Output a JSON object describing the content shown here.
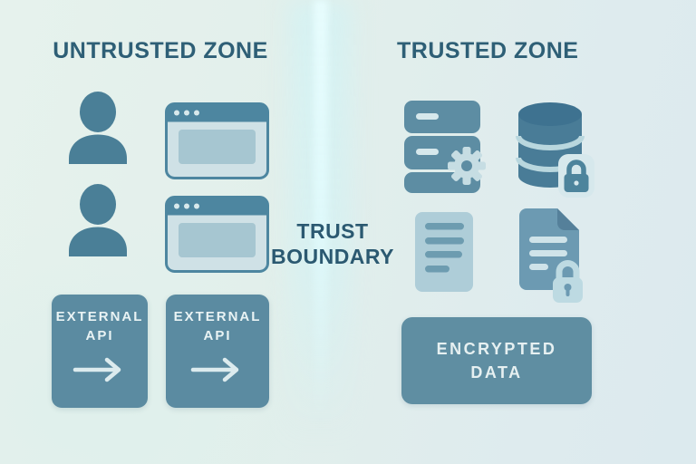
{
  "untrusted_zone": {
    "title": "UNTRUSTED ZONE",
    "icons": [
      "user-icon",
      "user-icon",
      "browser-window-icon",
      "browser-window-icon"
    ],
    "api_boxes": [
      {
        "line1": "EXTERNAL",
        "line2": "API",
        "icon": "arrow-right-icon"
      },
      {
        "line1": "EXTERNAL",
        "line2": "API",
        "icon": "arrow-right-icon"
      }
    ]
  },
  "trust_boundary": {
    "line1": "TRUST",
    "line2": "BOUNDARY"
  },
  "trusted_zone": {
    "title": "TRUSTED ZONE",
    "icons": [
      "server-gear-icon",
      "database-lock-icon",
      "document-icon",
      "document-lock-icon"
    ],
    "encrypted_box": {
      "line1": "ENCRYPTED",
      "line2": "DATA"
    }
  },
  "colors": {
    "background_left": "#e6f2ed",
    "background_right": "#dceaee",
    "title_text": "#2e5f76",
    "boundary_text": "#2b5971",
    "icon_primary": "#4a7f97",
    "icon_medium": "#5d8da3",
    "box_fill": "#5b8ba1",
    "box_text": "#e9f3f4",
    "light_accent": "#d6e8ec",
    "document_light": "#aecdd8",
    "document_dark": "#6c9ab2",
    "glow": "#e0fafc"
  }
}
